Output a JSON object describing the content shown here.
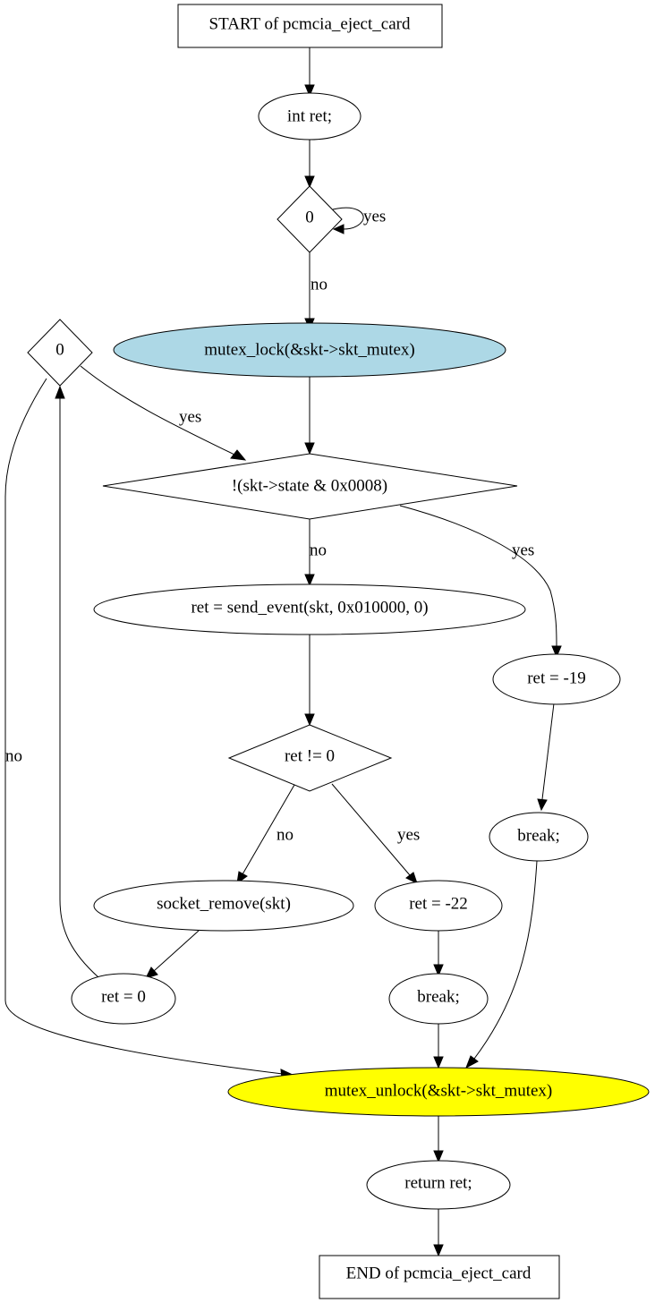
{
  "colors": {
    "mutex_lock_fill": "#add8e6",
    "mutex_unlock_fill": "#ffff00",
    "default_fill": "#ffffff",
    "stroke": "#000000"
  },
  "nodes": {
    "start": "START of pcmcia_eject_card",
    "int_ret": "int ret;",
    "cond_zero_top": "0",
    "mutex_lock": "mutex_lock(&skt->skt_mutex)",
    "cond_zero_left": "0",
    "state_check": "!(skt->state & 0x0008)",
    "send_event": "ret = send_event(skt, 0x010000, 0)",
    "ret_neg19": "ret = -19",
    "ret_ne_zero": "ret != 0",
    "break_right": "break;",
    "socket_remove": "socket_remove(skt)",
    "ret_neg22": "ret = -22",
    "ret_zero": "ret = 0",
    "break_mid": "break;",
    "mutex_unlock": "mutex_unlock(&skt->skt_mutex)",
    "return_ret": "return ret;",
    "end": "END of pcmcia_eject_card"
  },
  "edges": {
    "top_loop_yes": "yes",
    "top_no": "no",
    "left_yes": "yes",
    "left_no": "no",
    "state_no": "no",
    "state_yes": "yes",
    "ret_check_no": "no",
    "ret_check_yes": "yes"
  }
}
